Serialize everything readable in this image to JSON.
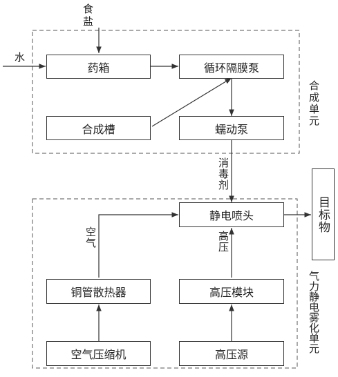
{
  "inputs": {
    "salt": "食\n盐",
    "water": "水"
  },
  "synthesis_unit": {
    "label": "合成单元",
    "boxes": {
      "tank": "药箱",
      "pump": "循环隔膜泵",
      "synthesis": "合成槽",
      "peristaltic": "蠕动泵"
    }
  },
  "disinfectant_label": "消毒剂",
  "spray_unit": {
    "label": "气力静电雾化单元",
    "boxes": {
      "nozzle": "静电喷头",
      "radiator": "铜管散热器",
      "hv_module": "高压模块",
      "compressor": "空气压缩机",
      "hv_source": "高压源"
    },
    "air_label": "空气",
    "hv_label": "高压"
  },
  "target": {
    "label": "目标物"
  }
}
